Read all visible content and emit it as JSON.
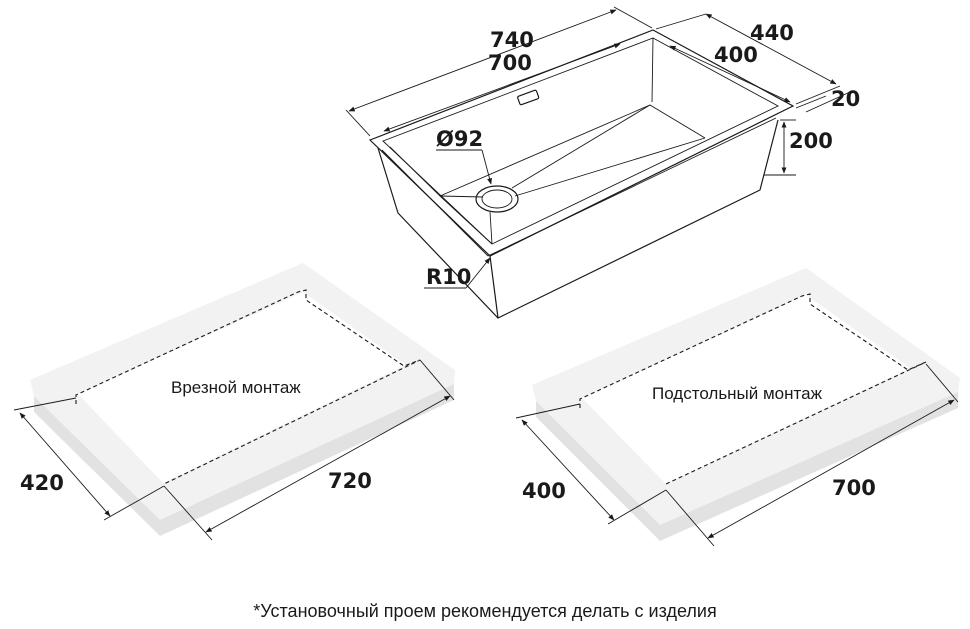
{
  "sink": {
    "dims": {
      "outer_length": "740",
      "inner_length": "700",
      "outer_width": "440",
      "inner_width": "400",
      "rim": "20",
      "depth": "200",
      "drain_diameter": "Ø92",
      "radius": "R10"
    }
  },
  "flush_mount": {
    "caption": "Врезной монтаж",
    "width_dim": "420",
    "length_dim": "720"
  },
  "undermount": {
    "caption": "Подстольный монтаж",
    "width_dim": "400",
    "length_dim": "700"
  },
  "footnote": "*Установочный проем рекомендуется делать с изделия",
  "colors": {
    "line": "#1a1a1a",
    "slab_top": "#f2f2f2",
    "slab_side": "#e2e2e2",
    "background": "#ffffff"
  }
}
